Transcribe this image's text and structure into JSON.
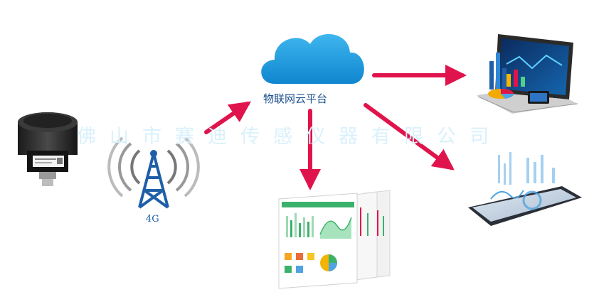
{
  "cloud": {
    "label": "物联网云平台",
    "color": "#1ea1e3"
  },
  "tower": {
    "label": "4G",
    "color": "#1f5fa8"
  },
  "watermark": {
    "text": "佛山市赛迪传感仪器有限公司"
  },
  "arrow_color": "#e0144c"
}
